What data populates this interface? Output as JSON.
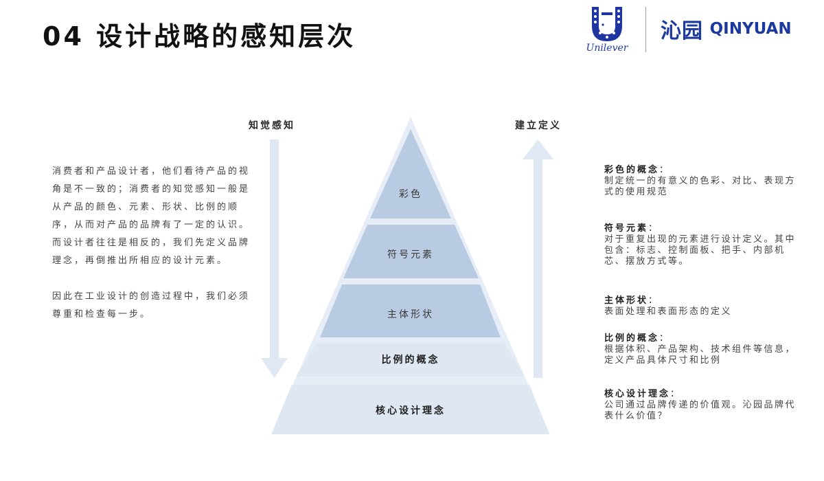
{
  "title": "04 设计战略的感知层次",
  "logos": {
    "unilever_word": "Unilever",
    "brand_cn": "沁园",
    "brand_en": "QINYUAN",
    "brand_color": "#1c3a9e"
  },
  "arrows": {
    "left_label": "知觉感知",
    "right_label": "建立定义",
    "left_direction": "down",
    "right_direction": "up",
    "arrow_color": "#dfe8f3"
  },
  "pyramid": {
    "tiers": [
      {
        "label": "彩色",
        "bold": false,
        "color": "#b9cbe2"
      },
      {
        "label": "符号元素",
        "bold": false,
        "color": "#b9cbe2"
      },
      {
        "label": "主体形状",
        "bold": false,
        "color": "#b9cbe2"
      },
      {
        "label": "比例的概念",
        "bold": true,
        "color": "#dfe7f2"
      },
      {
        "label": "核心设计理念",
        "bold": true,
        "color": "#dfe7f2"
      }
    ]
  },
  "left_text": {
    "paragraph1": "消费者和产品设计者，他们看待产品的视角是不一致的；消费者的知觉感知一般是从产品的颜色、元素、形状、比例的顺序，从而对产品的品牌有了一定的认识。而设计者往往是相反的，我们先定义品牌理念，再倒推出所相应的设计元素。",
    "paragraph2": "因此在工业设计的创造过程中，我们必须尊重和检查每一步。"
  },
  "definitions": [
    {
      "title": "彩色的概念",
      "sep": "：",
      "body": "制定统一的有意义的色彩、对比、表现方式的使用规范"
    },
    {
      "title": "符号元素",
      "sep": "：",
      "body": "对于重复出现的元素进行设计定义。其中包含：标志、控制面板、把手、内部机芯、摆放方式等。"
    },
    {
      "title": "主体形状",
      "sep": "：",
      "body": "表面处理和表面形态的定义"
    },
    {
      "title": "比例的概念",
      "sep": "：",
      "body": "根据体积、产品架构、技术组件等信息，定义产品具体尺寸和比例"
    },
    {
      "title": "核心设计理念",
      "sep": "：",
      "body": "公司通过品牌传递的价值观。沁园品牌代表什么价值？"
    }
  ]
}
